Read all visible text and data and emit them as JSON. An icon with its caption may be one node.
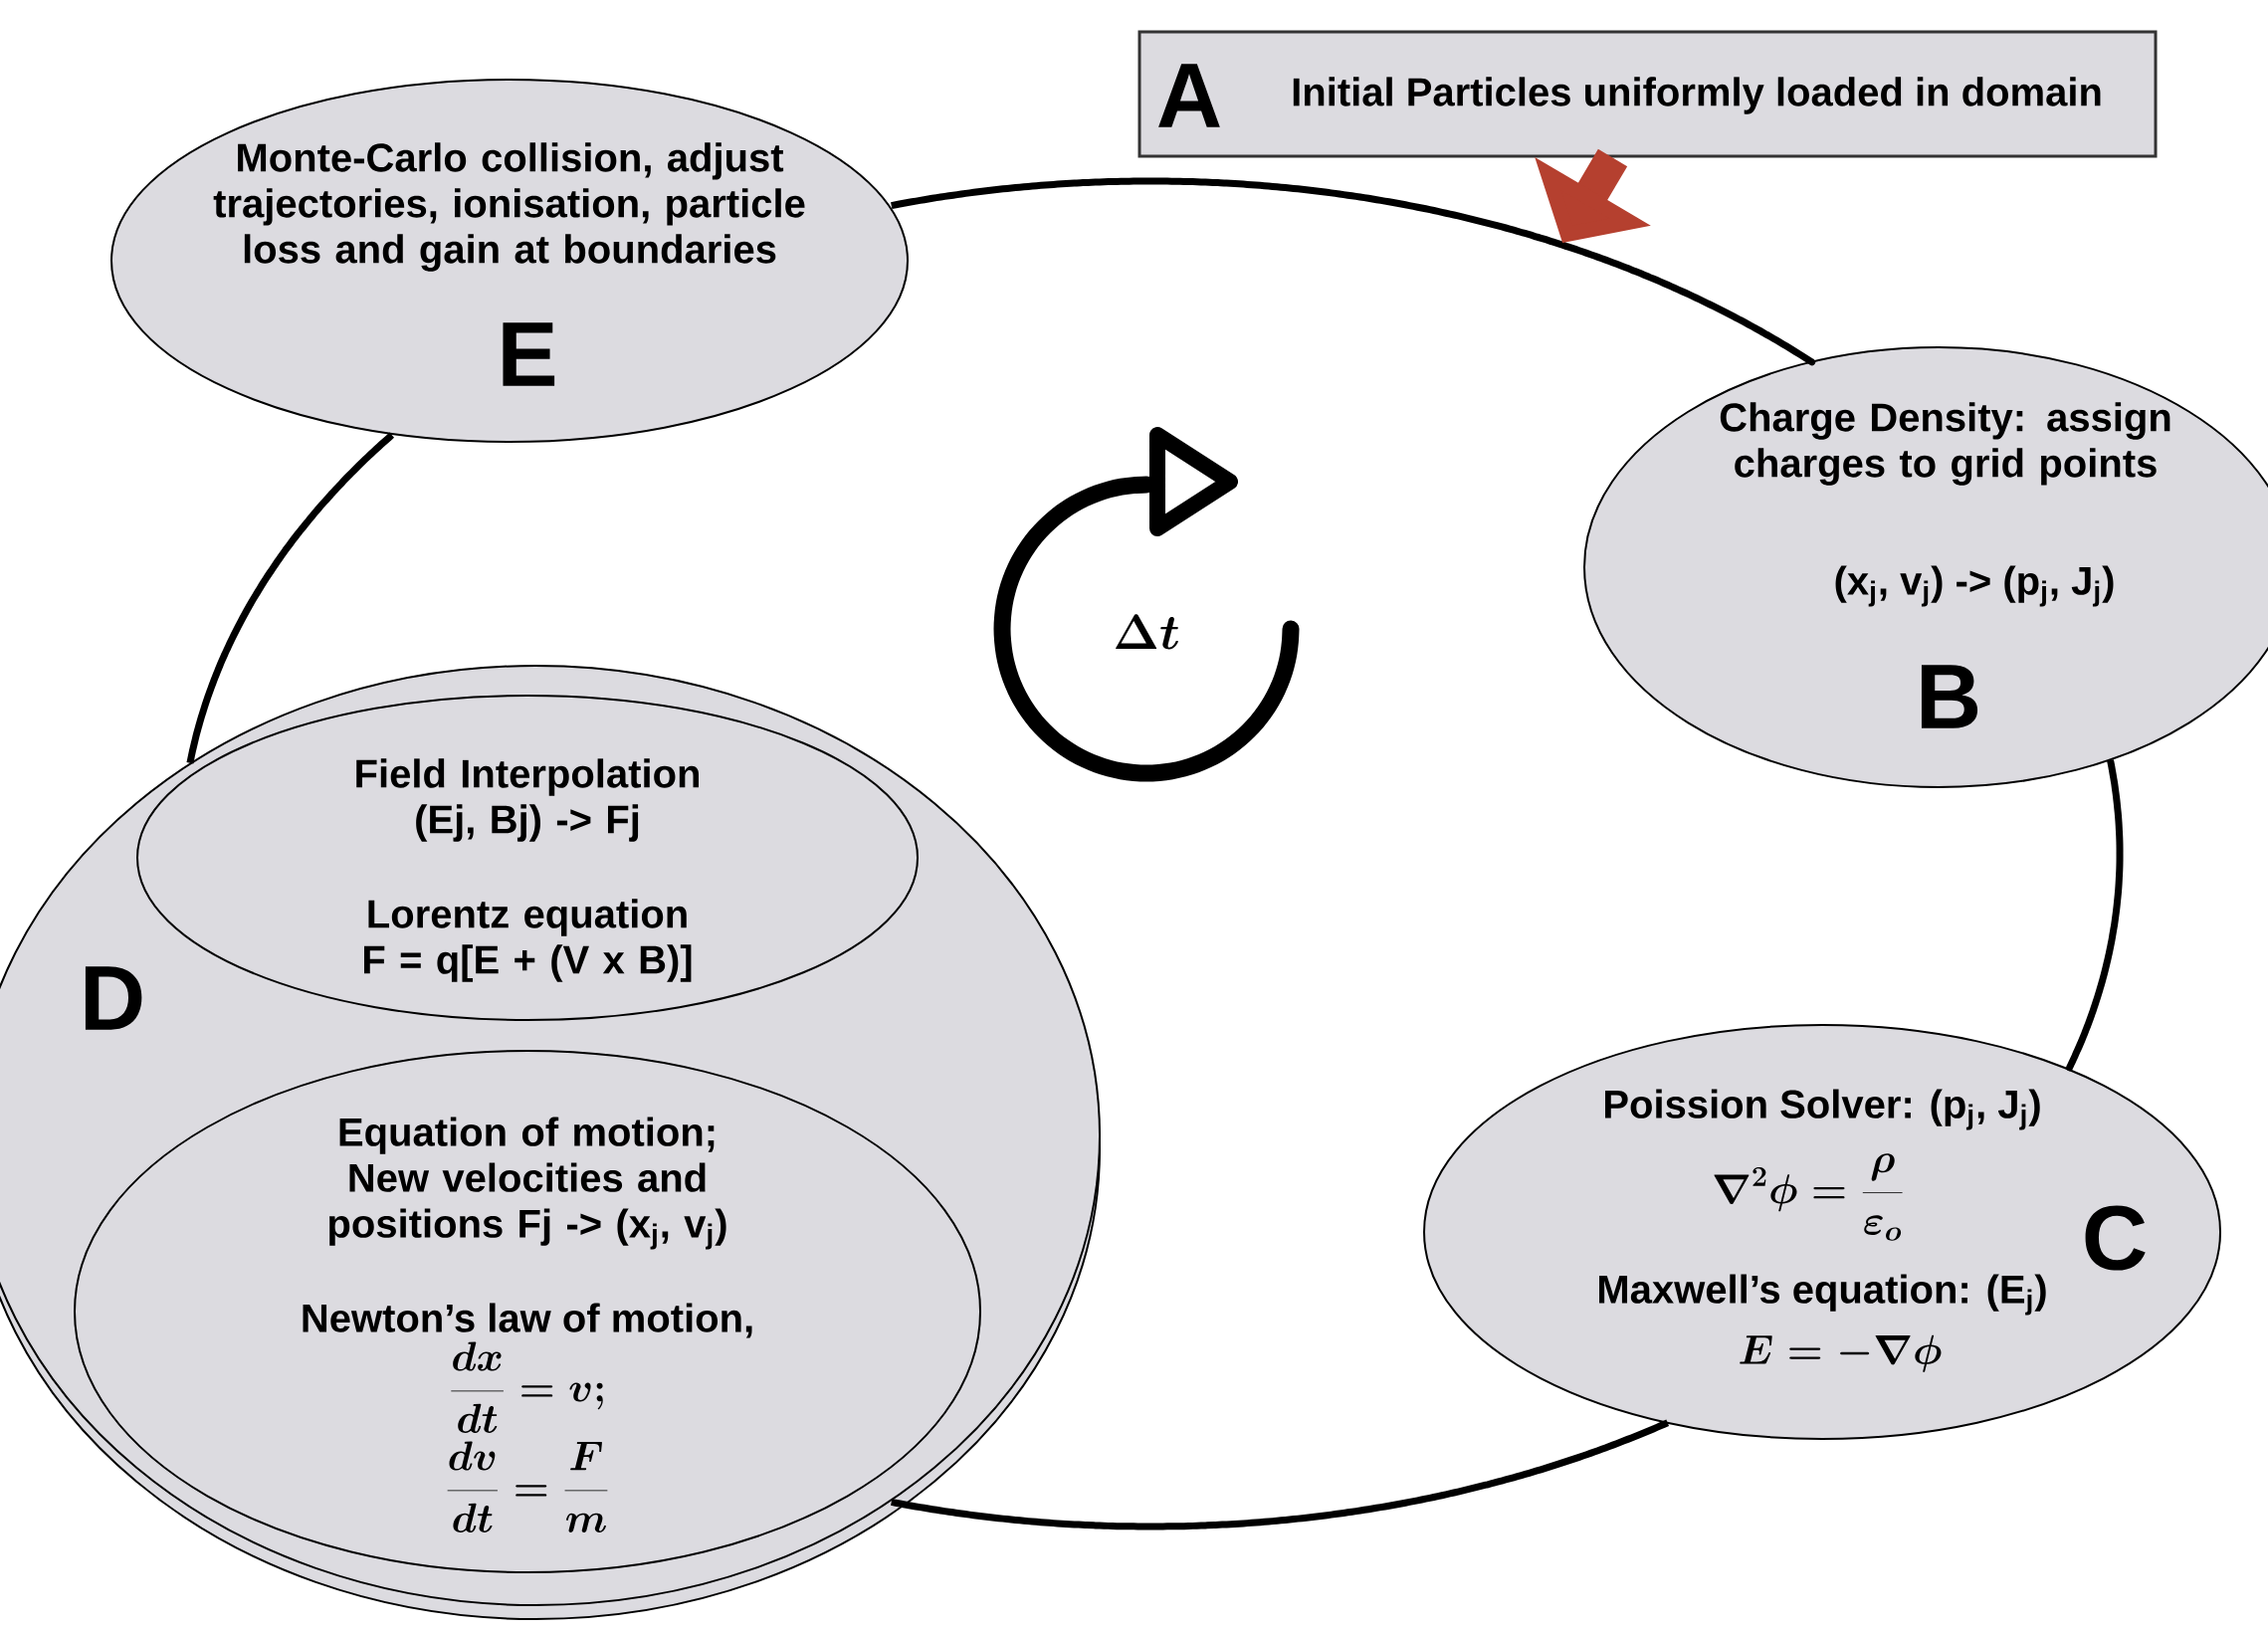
{
  "diagram": {
    "nodes": [
      {
        "text": [
          "A",
          "Initial Particles uniformly loaded in domain"
        ]
      },
      {
        "text": [
          "Charge Density: assign charges to grid points",
          "(x$_{j}$, v$_{j}$) -> (p$_{j}$, J$_{j}$)",
          "B"
        ]
      },
      {
        "text": [
          "Poission Solver: (p$_{j}$, J$_{j}$)",
          "\\nabla^2\\phi = \\frac{\\rho}{\\varepsilon_o}",
          "Maxwell’s equation: (E$_{j}$)",
          "E = -\\nabla\\phi",
          "C"
        ]
      },
      {
        "text": [
          "D"
        ]
      },
      {
        "text": [
          "Field Interpolation (Ej, Bj) -> Fj",
          "Lorentz equation F = q[E + (V x B)]"
        ],
        "in": 3
      },
      {
        "text": [
          "Equation of motion; New velocities and positions Fj -> (x$_{j}$, v$_{j}$)",
          "Newton’s law of motion,",
          "\\frac{dx}{dt} = v;",
          "\\frac{dv}{dt} = \\frac{F}{m}"
        ],
        "in": 3
      },
      {
        "text": [
          "Monte-Carlo collision, adjust trajectories, ionisation, particle loss and gain at boundaries",
          "E"
        ]
      }
    ],
    "edges": [
      {
        "from": 6,
        "to": 1,
        "arrow": "none"
      },
      {
        "from": 1,
        "to": 2,
        "arrow": "none"
      },
      {
        "from": 2,
        "to": 3,
        "arrow": "none"
      },
      {
        "from": 3,
        "to": 6,
        "arrow": "none"
      },
      {
        "from": 0,
        "to": null,
        "arrow": "to",
        "style": "thick",
        "color": "#b5402f"
      }
    ],
    "labels": [
      "\\Delta t"
    ]
  }
}
